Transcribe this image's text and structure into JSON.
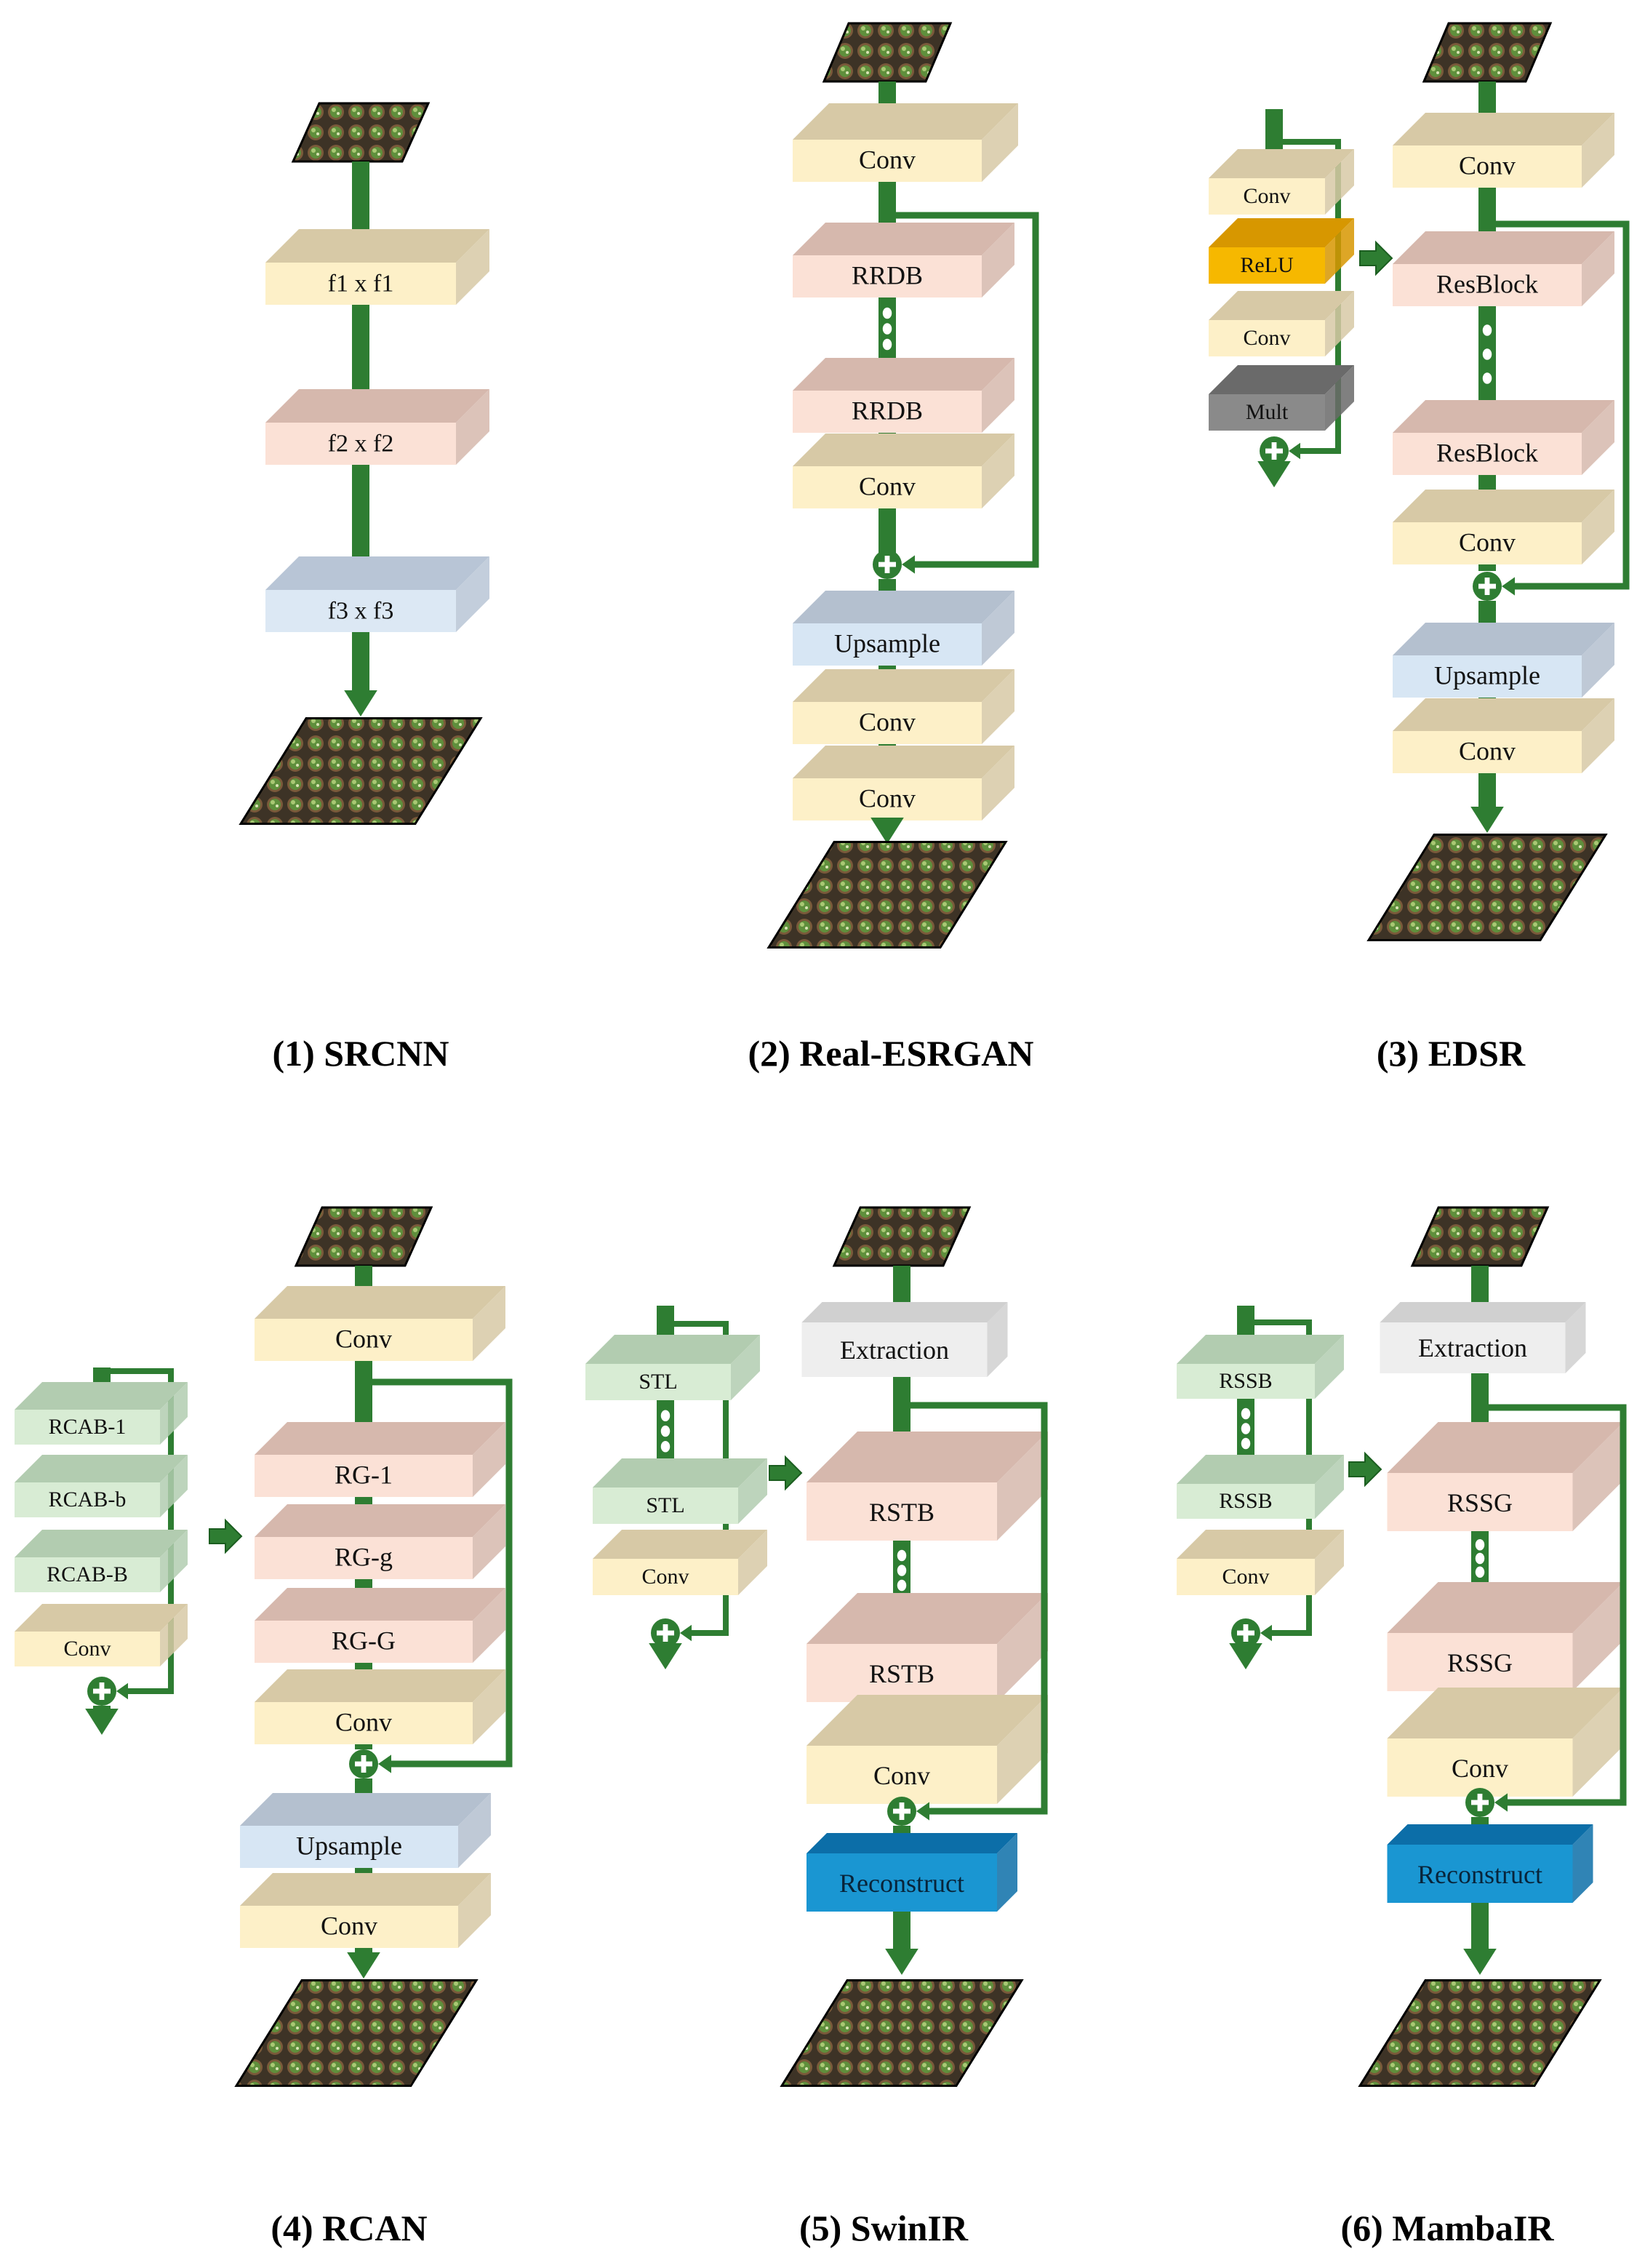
{
  "colors": {
    "arrow": "#2e7d32",
    "conv": [
      "#d7c9a6",
      "#fdf0c8"
    ],
    "pink": [
      "#d6b8ad",
      "#fbe1d6"
    ],
    "blue": [
      "#b8c5d6",
      "#dce8f4"
    ],
    "upsample": [
      "#b4c0cf",
      "#d7e6f4"
    ],
    "green": [
      "#b2ccb0",
      "#d8ecd4"
    ],
    "grey": [
      "#d0d0d0",
      "#eeeeee"
    ],
    "relu": [
      "#d79700",
      "#f6b800"
    ],
    "mult": [
      "#6a6a6a",
      "#8a8a8a"
    ],
    "recon": [
      "#0c6ea8",
      "#1a96d2"
    ]
  },
  "icons": [
    "input-image-icon",
    "output-image-icon",
    "plus-icon",
    "arrow-icon",
    "ellipsis-icon"
  ],
  "panels": [
    {
      "id": "srcnn",
      "caption": "(1) SRCNN",
      "blocks": [
        {
          "label": "f1 x f1",
          "type": "conv"
        },
        {
          "label": "f2 x f2",
          "type": "pink"
        },
        {
          "label": "f3 x f3",
          "type": "blue"
        }
      ]
    },
    {
      "id": "real-esrgan",
      "caption": "(2) Real-ESRGAN",
      "blocks": [
        {
          "label": "Conv",
          "type": "conv"
        },
        {
          "label": "RRDB",
          "type": "pink"
        },
        {
          "label": "RRDB",
          "type": "pink"
        },
        {
          "label": "Conv",
          "type": "conv"
        },
        {
          "label": "Upsample",
          "type": "upsample"
        },
        {
          "label": "Conv",
          "type": "conv"
        },
        {
          "label": "Conv",
          "type": "conv"
        }
      ]
    },
    {
      "id": "edsr",
      "caption": "(3) EDSR",
      "side_blocks": [
        {
          "label": "Conv",
          "type": "conv"
        },
        {
          "label": "ReLU",
          "type": "relu"
        },
        {
          "label": "Conv",
          "type": "conv"
        },
        {
          "label": "Mult",
          "type": "mult"
        }
      ],
      "blocks": [
        {
          "label": "Conv",
          "type": "conv"
        },
        {
          "label": "ResBlock",
          "type": "pink"
        },
        {
          "label": "ResBlock",
          "type": "pink"
        },
        {
          "label": "Conv",
          "type": "conv"
        },
        {
          "label": "Upsample",
          "type": "upsample"
        },
        {
          "label": "Conv",
          "type": "conv"
        }
      ]
    },
    {
      "id": "rcan",
      "caption": "(4) RCAN",
      "side_blocks": [
        {
          "label": "RCAB-1",
          "type": "green"
        },
        {
          "label": "RCAB-b",
          "type": "green"
        },
        {
          "label": "RCAB-B",
          "type": "green"
        },
        {
          "label": "Conv",
          "type": "conv"
        }
      ],
      "blocks": [
        {
          "label": "Conv",
          "type": "conv"
        },
        {
          "label": "RG-1",
          "type": "pink"
        },
        {
          "label": "RG-g",
          "type": "pink"
        },
        {
          "label": "RG-G",
          "type": "pink"
        },
        {
          "label": "Conv",
          "type": "conv"
        },
        {
          "label": "Upsample",
          "type": "upsample"
        },
        {
          "label": "Conv",
          "type": "conv"
        }
      ]
    },
    {
      "id": "swinir",
      "caption": "(5) SwinIR",
      "side_blocks": [
        {
          "label": "STL",
          "type": "green"
        },
        {
          "label": "STL",
          "type": "green"
        },
        {
          "label": "Conv",
          "type": "conv"
        }
      ],
      "blocks": [
        {
          "label": "Extraction",
          "type": "grey"
        },
        {
          "label": "RSTB",
          "type": "pink"
        },
        {
          "label": "RSTB",
          "type": "pink"
        },
        {
          "label": "Conv",
          "type": "conv"
        },
        {
          "label": "Reconstruct",
          "type": "recon"
        }
      ]
    },
    {
      "id": "mambair",
      "caption": "(6) MambaIR",
      "side_blocks": [
        {
          "label": "RSSB",
          "type": "green"
        },
        {
          "label": "RSSB",
          "type": "green"
        },
        {
          "label": "Conv",
          "type": "conv"
        }
      ],
      "blocks": [
        {
          "label": "Extraction",
          "type": "grey"
        },
        {
          "label": "RSSG",
          "type": "pink"
        },
        {
          "label": "RSSG",
          "type": "pink"
        },
        {
          "label": "Conv",
          "type": "conv"
        },
        {
          "label": "Reconstruct",
          "type": "recon"
        }
      ]
    }
  ]
}
